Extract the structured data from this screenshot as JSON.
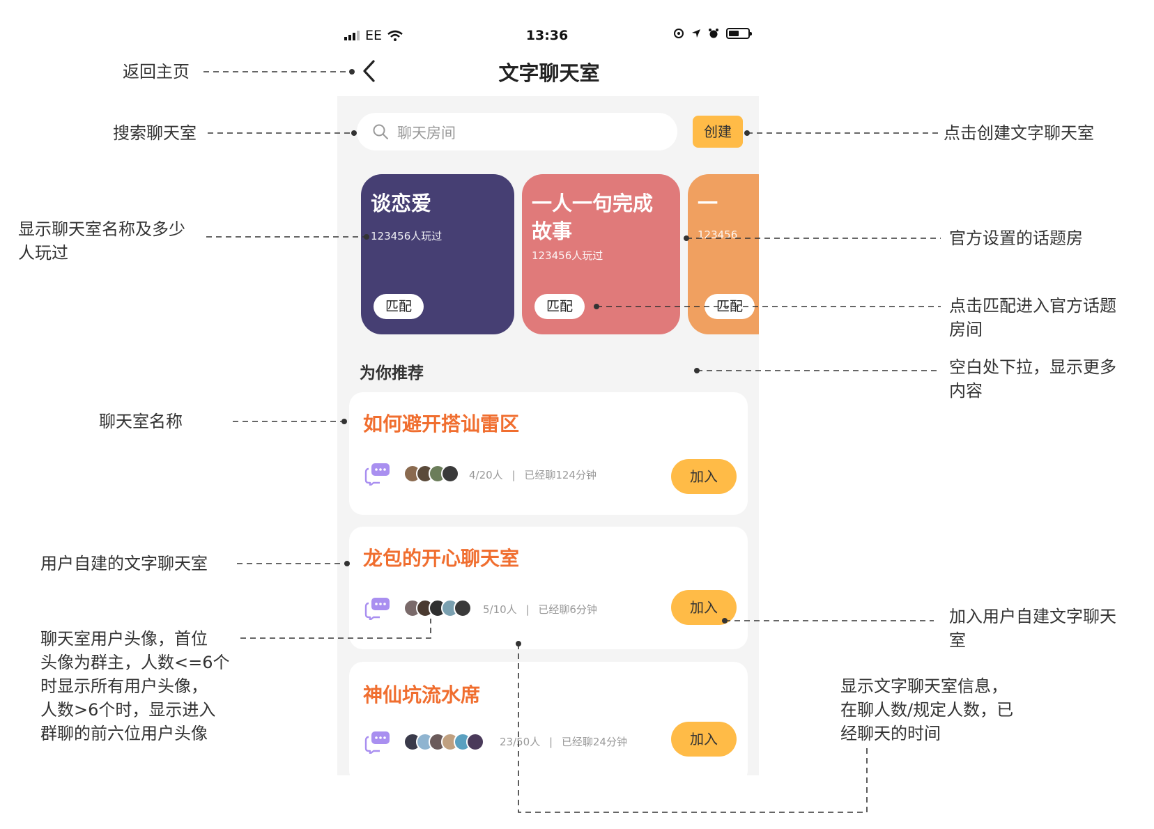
{
  "status_bar": {
    "carrier": "EE",
    "time": "13:36"
  },
  "navbar": {
    "title": "文字聊天室"
  },
  "search": {
    "placeholder": "聊天房间"
  },
  "create_button": "创建",
  "topics": [
    {
      "name": "谈恋爱",
      "count": "123456人玩过",
      "button": "匹配",
      "color": "#463f73"
    },
    {
      "name": "一人一句完成故事",
      "count": "123456人玩过",
      "button": "匹配",
      "color": "#e07a7a"
    },
    {
      "name": "一",
      "count": "123456",
      "button": "匹配",
      "color": "#f0a060"
    }
  ],
  "section_title": "为你推荐",
  "rooms": [
    {
      "name": "如何避开搭讪雷区",
      "members": "4/20人",
      "duration": "已经聊124分钟",
      "join": "加入",
      "avatar_count": 4
    },
    {
      "name": "龙包的开心聊天室",
      "members": "5/10人",
      "duration": "已经聊6分钟",
      "join": "加入",
      "avatar_count": 5
    },
    {
      "name": "神仙坑流水席",
      "members": "23/50人",
      "duration": "已经聊24分钟",
      "join": "加入",
      "avatar_count": 6
    }
  ],
  "annotations": {
    "back_home": "返回主页",
    "search_room": "搜索聊天室",
    "show_name_line1": "显示聊天室名称及多少",
    "show_name_line2": "人玩过",
    "room_name": "聊天室名称",
    "user_created": "用户自建的文字聊天室",
    "avatars_line1": "聊天室用户头像，首位",
    "avatars_line2": "头像为群主，人数<=6个",
    "avatars_line3": "时显示所有用户头像，",
    "avatars_line4": "人数>6个时，显示进入",
    "avatars_line5": "群聊的前六位用户头像",
    "create_room": "点击创建文字聊天室",
    "official_topic": "官方设置的话题房",
    "match_line1": "点击匹配进入官方话题",
    "match_line2": "房间",
    "pull_line1": "空白处下拉，显示更多",
    "pull_line2": "内容",
    "join_line1": "加入用户自建文字聊天",
    "join_line2": "室",
    "info_line1": "显示文字聊天室信息，",
    "info_line2": "在聊人数/规定人数，已",
    "info_line3": "经聊天的时间"
  }
}
